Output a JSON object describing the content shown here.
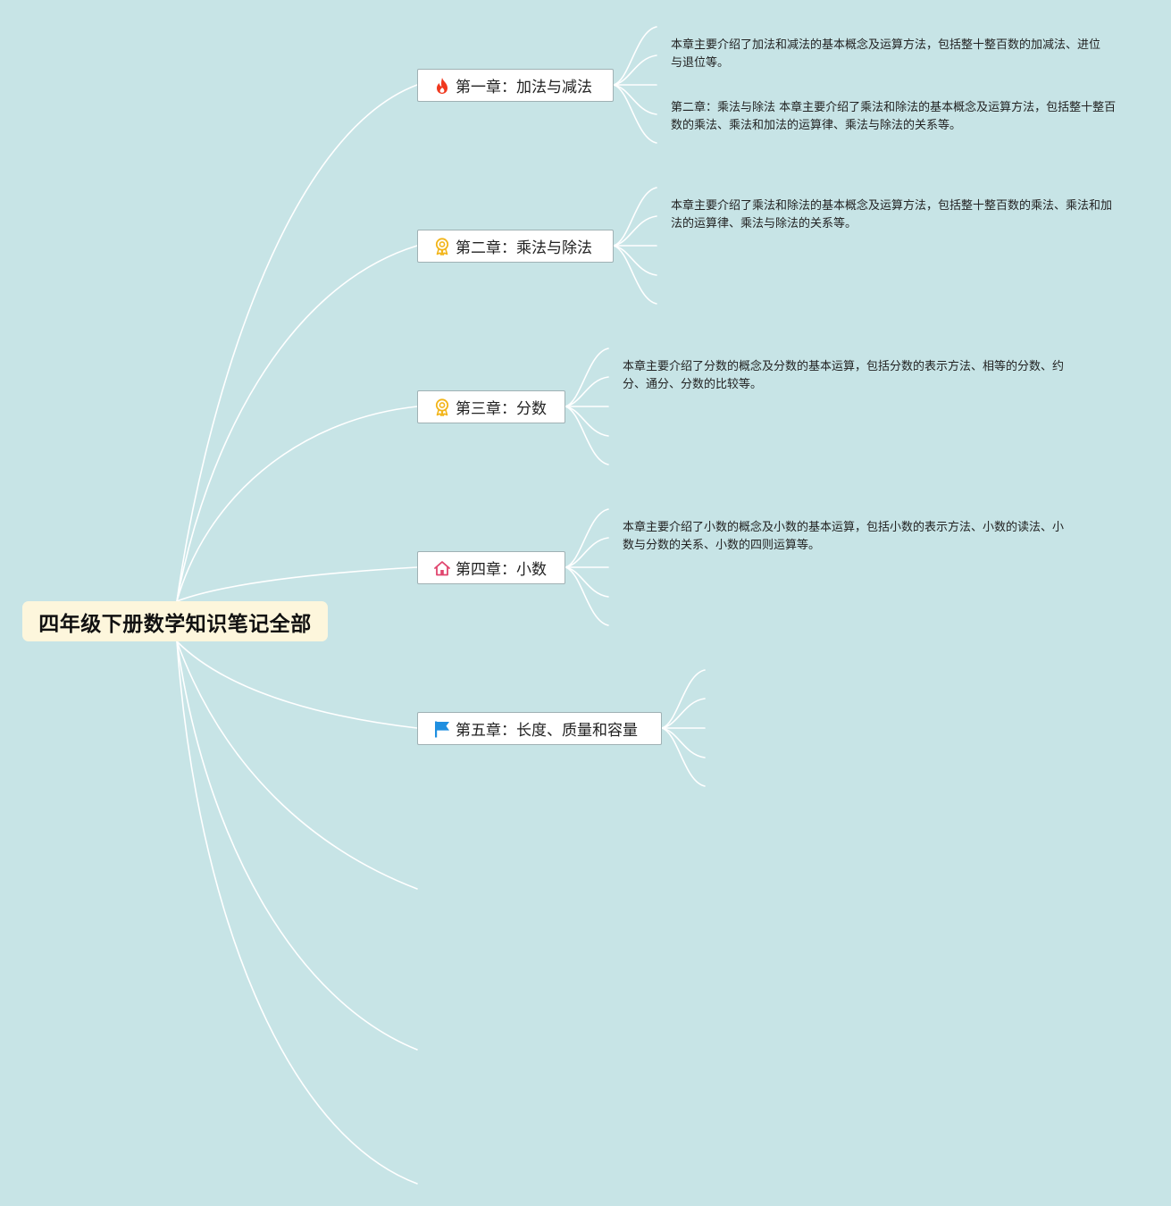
{
  "root": {
    "title": "四年级下册数学知识笔记全部"
  },
  "chapters": [
    {
      "title": "第一章：加法与减法",
      "icon": "flame-icon",
      "icon_color": "#f0381e"
    },
    {
      "title": "第二章：乘法与除法",
      "icon": "award-icon",
      "icon_color": "#f2b51a"
    },
    {
      "title": "第三章：分数",
      "icon": "award-icon",
      "icon_color": "#f2b51a"
    },
    {
      "title": "第四章：小数",
      "icon": "home-icon",
      "icon_color": "#e0456e"
    },
    {
      "title": "第五章：长度、质量和容量",
      "icon": "flag-icon",
      "icon_color": "#1f8fe0"
    }
  ],
  "notes": {
    "ch1_note1": "本章主要介绍了加法和减法的基本概念及运算方法，包括整十整百数的加减法、进位与退位等。",
    "ch1_note2": "第二章：乘法与除法 本章主要介绍了乘法和除法的基本概念及运算方法，包括整十整百数的乘法、乘法和加法的运算律、乘法与除法的关系等。",
    "ch2_note1": "本章主要介绍了乘法和除法的基本概念及运算方法，包括整十整百数的乘法、乘法和加法的运算律、乘法与除法的关系等。",
    "ch3_note1": "本章主要介绍了分数的概念及分数的基本运算，包括分数的表示方法、相等的分数、约分、通分、分数的比较等。",
    "ch4_note1": "本章主要介绍了小数的概念及小数的基本运算，包括小数的表示方法、小数的读法、小数与分数的关系、小数的四则运算等。"
  },
  "colors": {
    "background": "#c7e4e6",
    "connector": "#ffffff",
    "root_fill": "#fdf6dc",
    "node_border": "#9fb1b4"
  }
}
